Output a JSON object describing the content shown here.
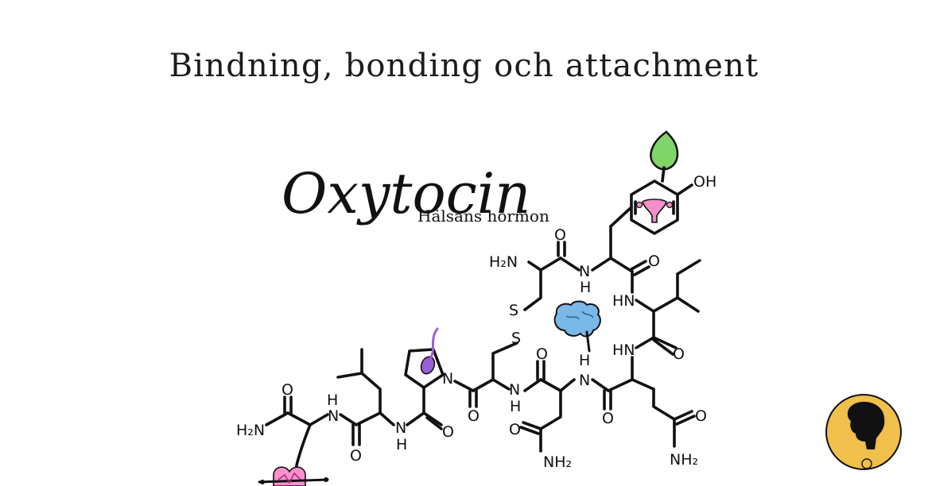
{
  "title": "Bindning, bonding och attachment",
  "molecule": {
    "name": "Oxytocin",
    "tagline": "Hälsans hormon",
    "atoms": {
      "h2n_top": "H₂N",
      "o_top": "O",
      "nh_top_n": "N",
      "nh_top_h": "H",
      "o_top_right": "O",
      "oh": "OH",
      "hn_ile": "HN",
      "hn_gln": "HN",
      "o_ile": "O",
      "s1": "S",
      "s2": "S",
      "n_brain": "N",
      "h_brain": "H",
      "o_cys2": "O",
      "nh_cys_n": "N",
      "nh_cys_h": "H",
      "o_asn_co": "O",
      "o_asn_side": "O",
      "nh2_asn": "NH₂",
      "o_gln_co": "O",
      "o_gln_side": "O",
      "nh2_gln": "NH₂",
      "n_pro": "N",
      "o_pro": "O",
      "n_leu": "N",
      "h_leu": "H",
      "o_leu": "O",
      "n_gly": "N",
      "h_gly": "H",
      "o_gly": "O",
      "h2n_gly": "H₂N"
    }
  },
  "colors": {
    "leaf": "#7fd46a",
    "brain": "#7ab8e8",
    "sperm": "#9a5fd6",
    "uterus": "#f08fc8",
    "heart": "#ff8fd0",
    "logo": "#f0bf4c"
  },
  "icons": [
    "leaf-icon",
    "uterus-icon",
    "brain-icon",
    "sperm-icon",
    "heart-icon",
    "logo-icon"
  ]
}
